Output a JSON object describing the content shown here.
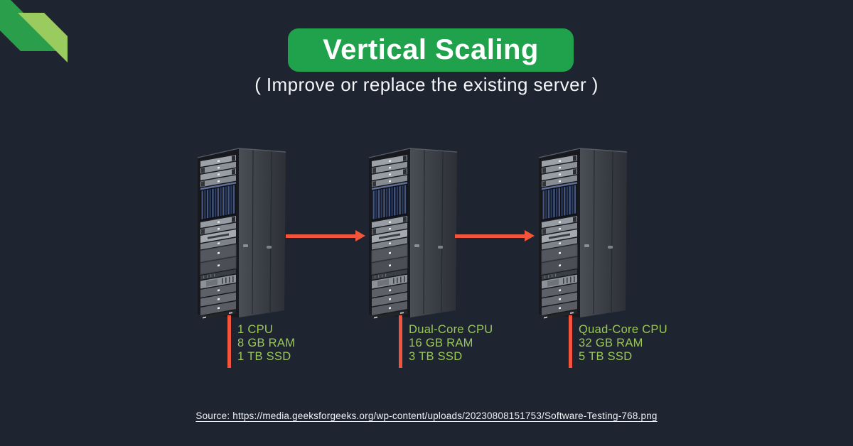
{
  "header": {
    "title": "Vertical Scaling",
    "subtitle": "( Improve or replace the existing server )"
  },
  "colors": {
    "background": "#1e2430",
    "badge_green": "#1fa24b",
    "ribbon_dark_green": "#2b9e4c",
    "ribbon_light_green": "#9acb5e",
    "accent_orange": "#f25539",
    "spec_text_green": "#9ac956"
  },
  "icons": {
    "corner_ribbon": "corner-ribbon-decoration",
    "arrow": "arrow-right-icon",
    "server": "server-rack-image"
  },
  "servers": [
    {
      "label": "server-stage-1",
      "specs": [
        "1 CPU",
        "8 GB RAM",
        "1 TB SSD"
      ]
    },
    {
      "label": "server-stage-2",
      "specs": [
        "Dual-Core CPU",
        "16 GB RAM",
        "3 TB SSD"
      ]
    },
    {
      "label": "server-stage-3",
      "specs": [
        "Quad-Core CPU",
        "32 GB RAM",
        "5 TB SSD"
      ]
    }
  ],
  "source_line": "Source: https://media.geeksforgeeks.org/wp-content/uploads/20230808151753/Software-Testing-768.png"
}
